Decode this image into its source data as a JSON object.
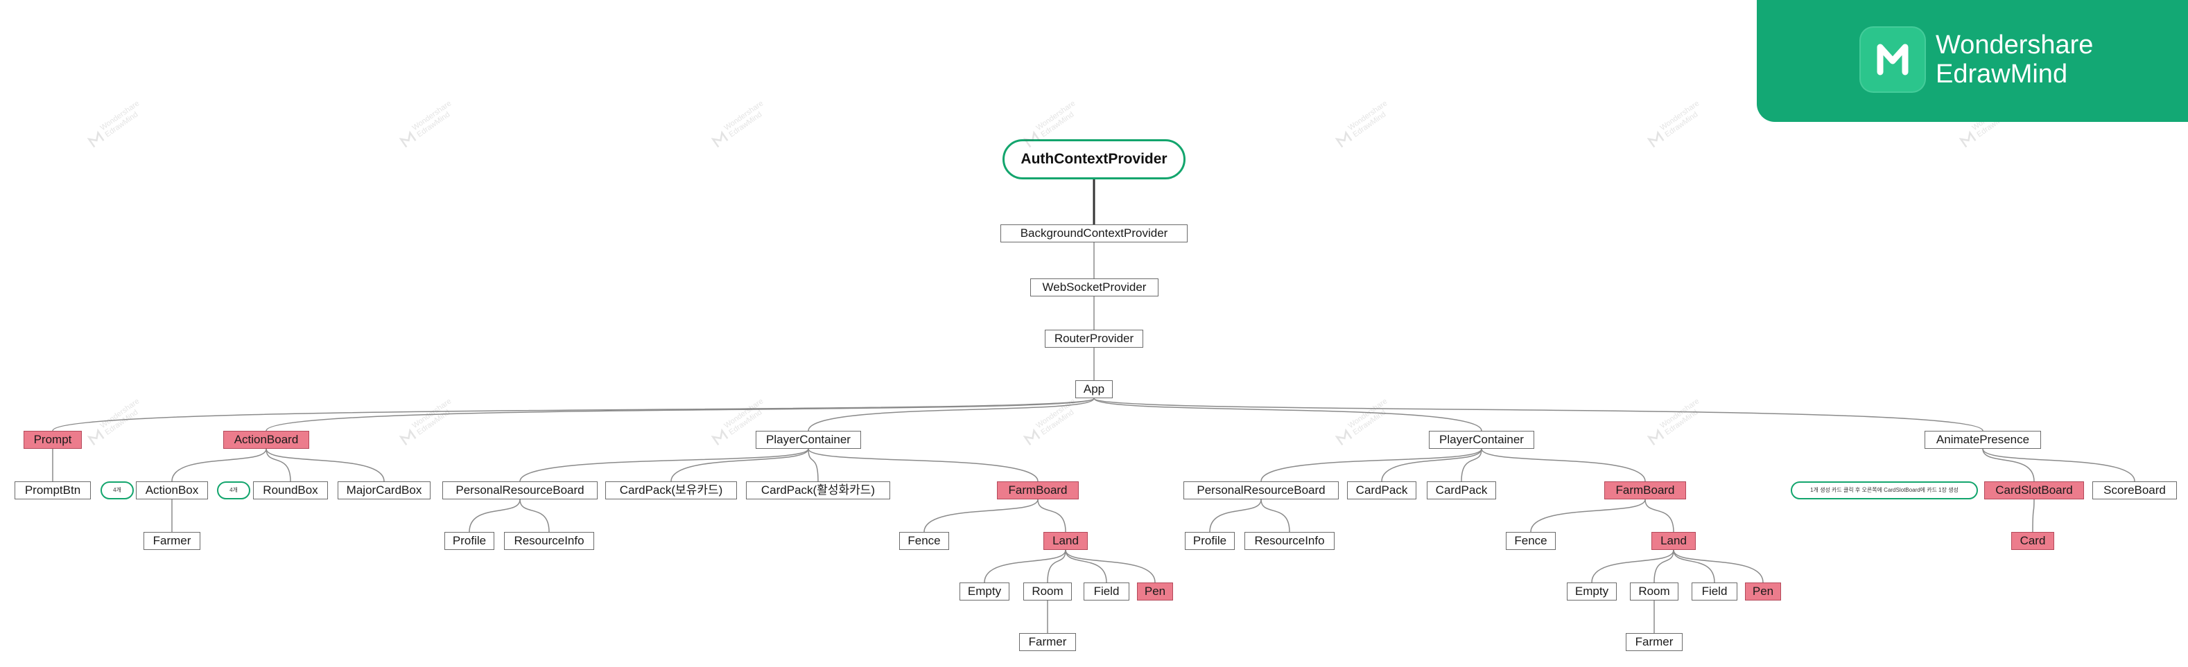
{
  "brand": {
    "name_line1": "Wondershare",
    "name_line2": "EdrawMind",
    "color": "#13a874"
  },
  "watermark": {
    "text_line1": "Wondershare",
    "text_line2": "EdrawMind"
  },
  "colors": {
    "highlight": "#ec7c8c",
    "root_border": "#13a56d"
  },
  "root": {
    "label": "AuthContextProvider"
  },
  "nodes": {
    "bg": "BackgroundContextProvider",
    "ws": "WebSocketProvider",
    "router": "RouterProvider",
    "app": "App",
    "prompt": "Prompt",
    "promptbtn": "PromptBtn",
    "actionboard": "ActionBoard",
    "actionbox": "ActionBox",
    "farmer1": "Farmer",
    "roundbox": "RoundBox",
    "majorcardbox": "MajorCardBox",
    "pc1": "PlayerContainer",
    "prb1": "PersonalResourceBoard",
    "profile1": "Profile",
    "resinfo1": "ResourceInfo",
    "cp_owned": "CardPack(보유카드)",
    "cp_active": "CardPack(활성화카드)",
    "farmboard1": "FarmBoard",
    "fence1": "Fence",
    "land1": "Land",
    "empty1": "Empty",
    "room1": "Room",
    "farmer2": "Farmer",
    "field1": "Field",
    "pen1": "Pen",
    "pc2": "PlayerContainer",
    "prb2": "PersonalResourceBoard",
    "profile2": "Profile",
    "resinfo2": "ResourceInfo",
    "cp2a": "CardPack",
    "cp2b": "CardPack",
    "farmboard2": "FarmBoard",
    "fence2": "Fence",
    "land2": "Land",
    "empty2": "Empty",
    "room2": "Room",
    "farmer3": "Farmer",
    "field2": "Field",
    "pen2": "Pen",
    "animate": "AnimatePresence",
    "cardslotboard": "CardSlotBoard",
    "card": "Card",
    "scoreboard": "ScoreBoard"
  },
  "notes": {
    "actionbox_note": "4개",
    "roundbox_note": "4개",
    "cardslot_note": "1개 생성 카드 클릭 후 오른쪽에 CardSlotBoard에 카드 1장 생성"
  }
}
